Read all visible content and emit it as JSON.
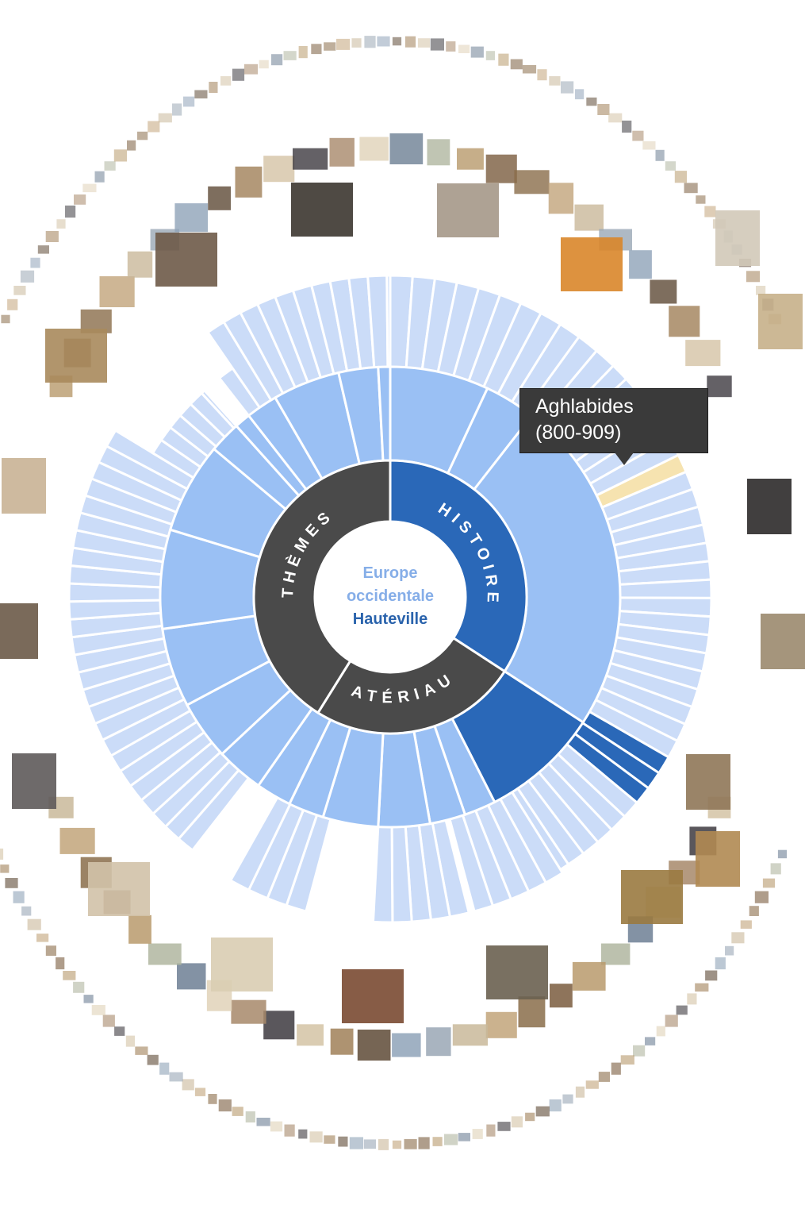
{
  "center": {
    "line1": "Europe",
    "line2": "occidentale",
    "line3": "Hauteville"
  },
  "categories": [
    {
      "label": "HISTOIRE",
      "selected": true
    },
    {
      "label": "MATÉRIAUX",
      "selected": false
    },
    {
      "label": "THÈMES",
      "selected": false
    }
  ],
  "tooltip": {
    "title": "Aghlabides",
    "dates": "(800-909)"
  },
  "colors": {
    "category_ring": "#4a4a4a",
    "selected_category": "#2a68b8",
    "middle_ring": "#9ac0f4",
    "outer_ring": "#cbdcf8",
    "selected_leaf": "#2a68b8",
    "hover_leaf": "#f6e3b0",
    "center_text_light": "#86aee8",
    "center_text_dark": "#2a63ac",
    "tooltip_bg": "#3a3a3a"
  },
  "thumbnail_rings": [
    {
      "name": "outer-arc-top",
      "description_icon": "image-thumbnail"
    },
    {
      "name": "inner-arc-top",
      "description_icon": "image-thumbnail"
    },
    {
      "name": "inner-arc-bottom",
      "description_icon": "image-thumbnail"
    },
    {
      "name": "outer-arc-bottom",
      "description_icon": "image-thumbnail"
    }
  ]
}
